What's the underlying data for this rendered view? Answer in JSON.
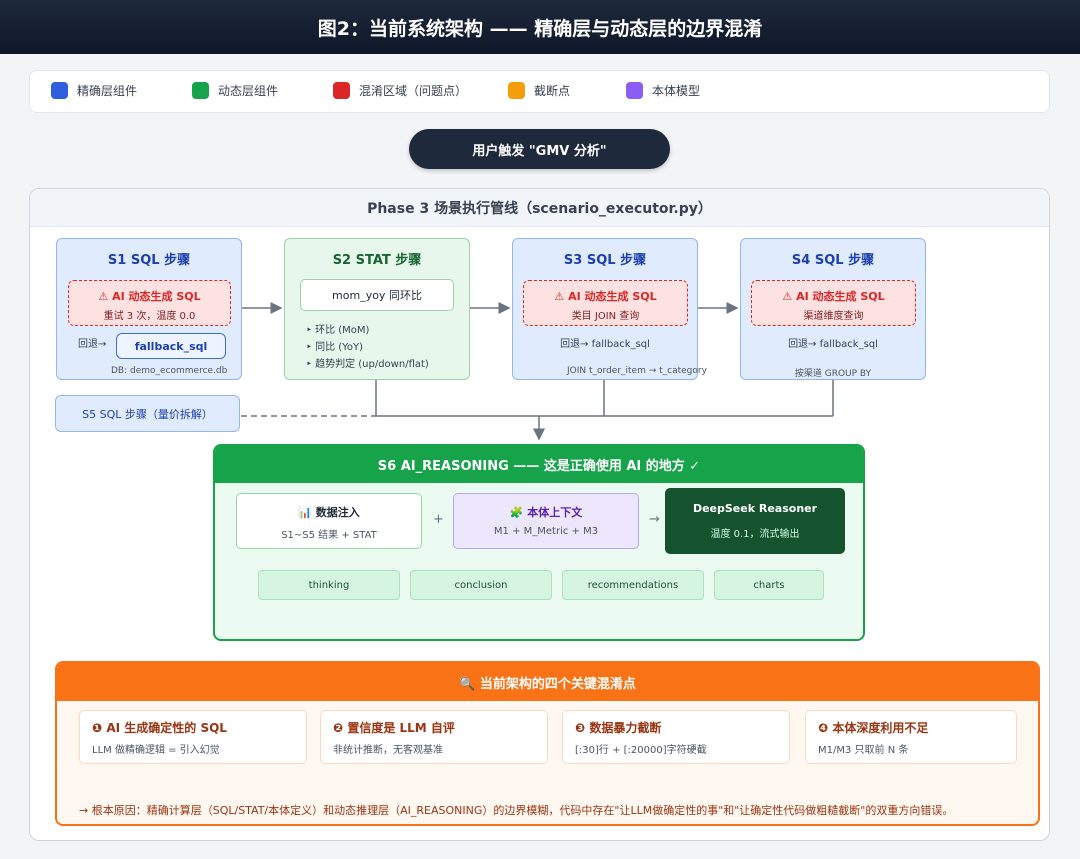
{
  "header": {
    "title": "图2：当前系统架构 —— 精确层与动态层的边界混淆"
  },
  "legend": [
    {
      "label": "精确层组件",
      "color": "#2f5fe0"
    },
    {
      "label": "动态层组件",
      "color": "#16a34a"
    },
    {
      "label": "混淆区域（问题点）",
      "color": "#dc2626"
    },
    {
      "label": "截断点",
      "color": "#f59e0b"
    },
    {
      "label": "本体模型",
      "color": "#8b5cf6"
    }
  ],
  "trigger": {
    "label": "用户触发 \"GMV 分析\""
  },
  "pipeline": {
    "title": "Phase 3 场景执行管线（scenario_executor.py）",
    "s1": {
      "title": "S1 SQL 步骤",
      "alert_title": "⚠ AI 动态生成 SQL",
      "alert_sub": "重试 3 次，温度 0.0",
      "fallback_prefix": "回退→",
      "fallback_button": "fallback_sql",
      "db": "DB: demo_ecommerce.db"
    },
    "s2": {
      "title": "S2 STAT 步骤",
      "box": "mom_yoy 同环比",
      "bullets": [
        "‣ 环比 (MoM)",
        "‣ 同比 (YoY)",
        "‣ 趋势判定 (up/down/flat)"
      ]
    },
    "s3": {
      "title": "S3 SQL 步骤",
      "alert_title": "⚠ AI 动态生成 SQL",
      "alert_sub": "类目 JOIN 查询",
      "fallback": "回退→ fallback_sql",
      "note": "JOIN t_order_item → t_category"
    },
    "s4": {
      "title": "S4 SQL 步骤",
      "alert_title": "⚠ AI 动态生成 SQL",
      "alert_sub": "渠道维度查询",
      "fallback": "回退→ fallback_sql",
      "note": "按渠道 GROUP BY"
    },
    "s5": {
      "title": "S5 SQL 步骤（量价拆解）"
    },
    "s6": {
      "title": "S6 AI_REASONING —— 这是正确使用 AI 的地方 ✓",
      "plus": "+",
      "arrow": "→",
      "data_card": {
        "title": "📊 数据注入",
        "sub": "S1~S5 结果 + STAT"
      },
      "ontology_card": {
        "title": "🧩 本体上下文",
        "sub": "M1 + M_Metric + M3"
      },
      "reasoner_card": {
        "title": "DeepSeek Reasoner",
        "sub": "温度 0.1，流式输出"
      },
      "outputs": [
        "thinking",
        "conclusion",
        "recommendations",
        "charts"
      ]
    }
  },
  "issues": {
    "title": "🔍 当前架构的四个关键混淆点",
    "items": [
      {
        "title": "❶ AI 生成确定性的 SQL",
        "sub": "LLM 做精确逻辑 = 引入幻觉"
      },
      {
        "title": "❷ 置信度是 LLM 自评",
        "sub": "非统计推断，无客观基准"
      },
      {
        "title": "❸ 数据暴力截断",
        "sub": "[:30]行 + [:20000]字符硬截"
      },
      {
        "title": "❹ 本体深度利用不足",
        "sub": "M1/M3 只取前 N 条"
      }
    ],
    "root_cause": "→ 根本原因：精确计算层（SQL/STAT/本体定义）和动态推理层（AI_REASONING）的边界模糊，代码中存在\"让LLM做确定性的事\"和\"让确定性代码做粗糙截断\"的双重方向错误。"
  }
}
